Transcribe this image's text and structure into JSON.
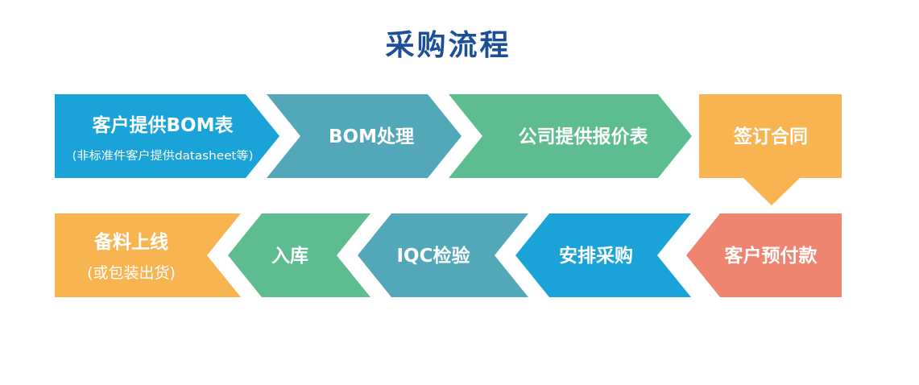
{
  "title": "采购流程",
  "colors": {
    "blue": "#1aa3d8",
    "teal": "#52a8b8",
    "green": "#5dbd91",
    "orange": "#f8b450",
    "salmon": "#ef8570",
    "title": "#1b4f97"
  },
  "steps": [
    {
      "label": "客户提供BOM表",
      "sub": "(非标准件客户提供datasheet等)"
    },
    {
      "label": "BOM处理"
    },
    {
      "label": "公司提供报价表"
    },
    {
      "label": "签订合同"
    },
    {
      "label": "客户预付款"
    },
    {
      "label": "安排采购"
    },
    {
      "label": "IQC检验"
    },
    {
      "label": "入库"
    },
    {
      "label": "备料上线",
      "sub": "(或包装出货)"
    }
  ]
}
